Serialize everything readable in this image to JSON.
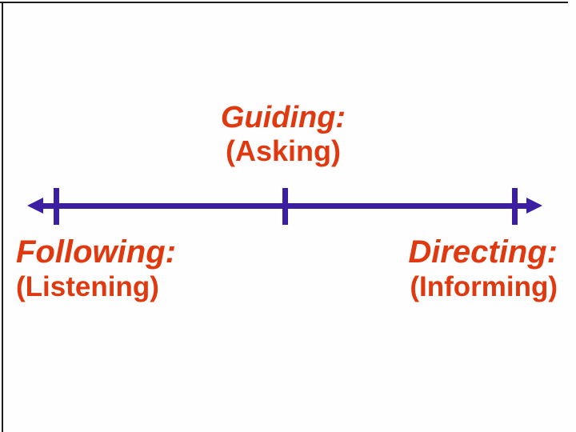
{
  "slide": {
    "background_color": "#FEFEFE",
    "frame_color": "#1C1C1C",
    "text_color": "#E0390F",
    "line_color": "#3C1EA0",
    "center_label": {
      "title": "Guiding:",
      "subtitle": "(Asking)"
    },
    "left_label": {
      "title": "Following:",
      "subtitle": "(Listening)"
    },
    "right_label": {
      "title": "Directing:",
      "subtitle": "(Informing)"
    },
    "spectrum": {
      "type": "bidirectional-arrow-line",
      "tick_count": 3,
      "tick_positions": [
        "left",
        "center",
        "right"
      ]
    }
  }
}
